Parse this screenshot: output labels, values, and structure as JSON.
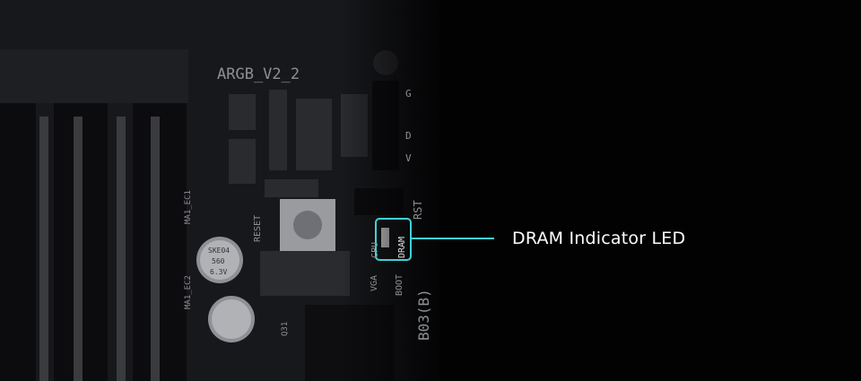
{
  "callout": {
    "label": "DRAM Indicator LED",
    "accent_color": "#3fd3d6"
  },
  "board_silkscreen": {
    "header": "ARGB_V2_2",
    "pins": [
      "V",
      "D",
      "G"
    ],
    "reset": "RESET",
    "rst": "RST",
    "leds": [
      "VGA",
      "CPU",
      "DRAM"
    ],
    "boot": "BOOT",
    "capacitor": [
      "SKE04",
      "560",
      "6.3V"
    ],
    "caps": [
      "MA1_EC2",
      "MA1_EC1"
    ],
    "q": "Q31",
    "model": "B03(B)"
  }
}
